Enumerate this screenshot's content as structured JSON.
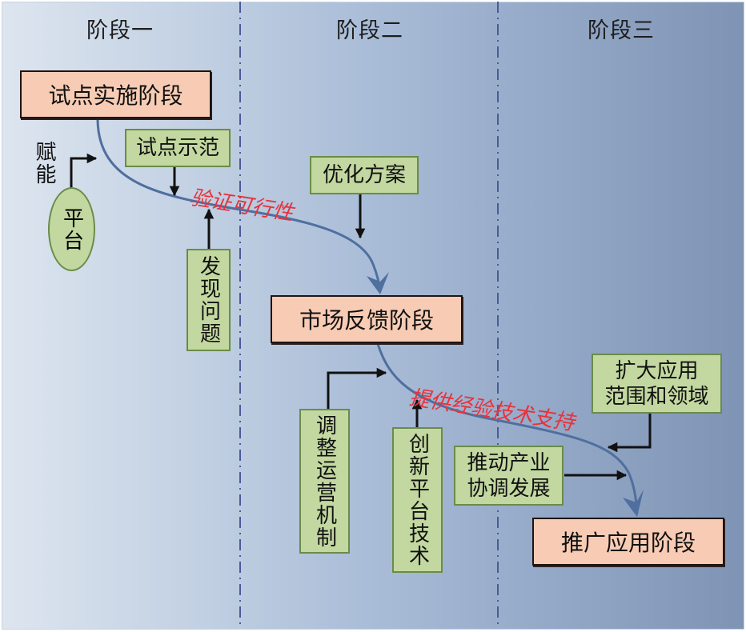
{
  "phases": [
    "阶段一",
    "阶段二",
    "阶段三"
  ],
  "stages": {
    "pilot": "试点实施阶段",
    "feedback": "市场反馈阶段",
    "promotion": "推广应用阶段"
  },
  "inputs": {
    "pilot_demo": "试点示范",
    "find_problems": "发现问题",
    "optimize_plan": "优化方案",
    "adjust_operation": "调整运营机制",
    "innovate_platform": "创新平台技术",
    "expand_scope_line1": "扩大应用",
    "expand_scope_line2": "范围和领域",
    "promote_industry_line1": "推动产业",
    "promote_industry_line2": "协调发展"
  },
  "platform": {
    "label": "平台",
    "empower": "赋能"
  },
  "flow_labels": {
    "verify": "验证可行性",
    "support": "提供经验技术支持"
  },
  "colors": {
    "stage_fill": "#f8ccb4",
    "input_fill": "#c3d8a0",
    "input_border": "#6a8c48",
    "flow_curve": "#4f6f9e",
    "flow_label": "#e8323a",
    "divider": "#4a5a9a"
  }
}
